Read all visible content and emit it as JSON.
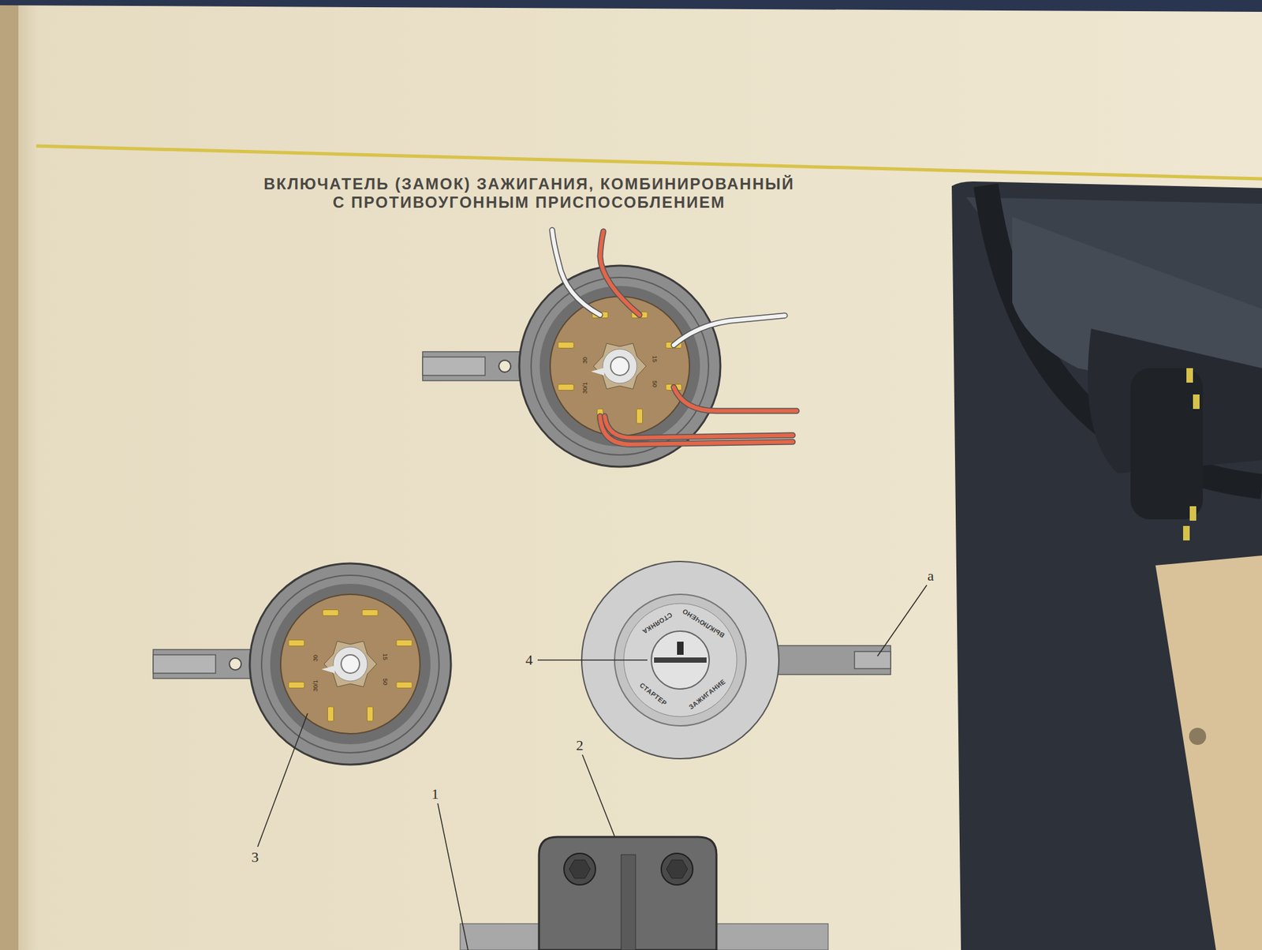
{
  "diagram": {
    "title": "ВКЛЮЧАТЕЛЬ (ЗАМОК) ЗАЖИГАНИЯ, КОМБИНИРОВАННЫЙ С ПРОТИВОУГОННЫМ ПРИСПОСОБЛЕНИЕМ",
    "labels": [
      "30",
      "30/1",
      "15",
      "50",
      "30",
      "30/1",
      "15",
      "50",
      "4",
      "а",
      "СТОЯНКА",
      "ВЫКЛЮЧЕНО",
      "ЗАЖИГАНИЕ",
      "СТАРТЕР",
      "2",
      "1",
      "3"
    ]
  }
}
